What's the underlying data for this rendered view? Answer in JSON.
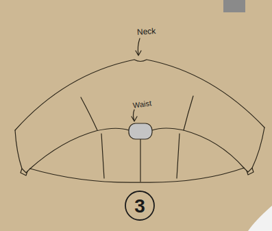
{
  "diagram": {
    "labels": [
      "Neck",
      "Waist",
      "3"
    ]
  }
}
